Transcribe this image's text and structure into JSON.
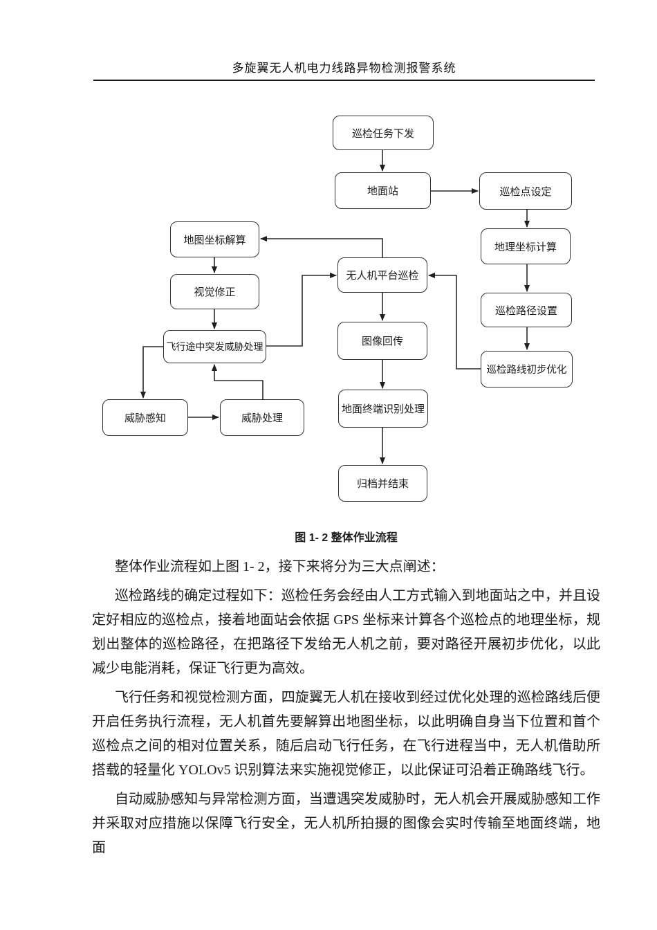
{
  "header": {
    "title": "多旋翼无人机电力线路异物检测报警系统"
  },
  "flowchart": {
    "nodes": [
      {
        "id": "task-issue",
        "label": "巡检任务下发"
      },
      {
        "id": "ground-station",
        "label": "地面站"
      },
      {
        "id": "point-setting",
        "label": "巡检点设定"
      },
      {
        "id": "map-solve",
        "label": "地图坐标解算"
      },
      {
        "id": "geo-calc",
        "label": "地理坐标计算"
      },
      {
        "id": "visual-correct",
        "label": "视觉修正"
      },
      {
        "id": "uav-patrol",
        "label": "无人机平台巡检"
      },
      {
        "id": "path-setting",
        "label": "巡检路径设置"
      },
      {
        "id": "threat-inflight",
        "label": "飞行途中突发威胁处理"
      },
      {
        "id": "image-return",
        "label": "图像回传"
      },
      {
        "id": "route-optimize",
        "label": "巡检路线初步优化"
      },
      {
        "id": "threat-sense",
        "label": "威胁感知"
      },
      {
        "id": "threat-handle",
        "label": "威胁处理"
      },
      {
        "id": "terminal-process",
        "label": "地面终端识别处理"
      },
      {
        "id": "archive-end",
        "label": "归档并结束"
      }
    ],
    "edges": [
      {
        "from": "巡检任务下发",
        "to": "地面站"
      },
      {
        "from": "地面站",
        "to": "巡检点设定"
      },
      {
        "from": "巡检点设定",
        "to": "地理坐标计算"
      },
      {
        "from": "地理坐标计算",
        "to": "巡检路径设置"
      },
      {
        "from": "巡检路径设置",
        "to": "巡检路线初步优化"
      },
      {
        "from": "巡检路线初步优化",
        "to": "无人机平台巡检"
      },
      {
        "from": "无人机平台巡检",
        "to": "地图坐标解算"
      },
      {
        "from": "地图坐标解算",
        "to": "视觉修正"
      },
      {
        "from": "视觉修正",
        "to": "飞行途中突发威胁处理"
      },
      {
        "from": "飞行途中突发威胁处理",
        "to": "无人机平台巡检"
      },
      {
        "from": "飞行途中突发威胁处理",
        "to": "威胁感知"
      },
      {
        "from": "威胁感知",
        "to": "威胁处理"
      },
      {
        "from": "威胁处理",
        "to": "飞行途中突发威胁处理"
      },
      {
        "from": "无人机平台巡检",
        "to": "图像回传"
      },
      {
        "from": "图像回传",
        "to": "地面终端识别处理"
      },
      {
        "from": "地面终端识别处理",
        "to": "归档并结束"
      }
    ]
  },
  "figure": {
    "caption": "图 1- 2 整体作业流程"
  },
  "body": {
    "paragraphs": [
      "整体作业流程如上图 1- 2，接下来将分为三大点阐述：",
      "巡检路线的确定过程如下：巡检任务会经由人工方式输入到地面站之中，并且设定好相应的巡检点，接着地面站会依据 GPS 坐标来计算各个巡检点的地理坐标，规划出整体的巡检路径，在把路径下发给无人机之前，要对路径开展初步优化，以此减少电能消耗，保证飞行更为高效。",
      "飞行任务和视觉检测方面，四旋翼无人机在接收到经过优化处理的巡检路线后便开启任务执行流程，无人机首先要解算出地图坐标，以此明确自身当下位置和首个巡检点之间的相对位置关系，随后启动飞行任务，在飞行进程当中，无人机借助所搭载的轻量化 YOLOv5 识别算法来实施视觉修正，以此保证可沿着正确路线飞行。",
      "自动威胁感知与异常检测方面，当遭遇突发威胁时，无人机会开展威胁感知工作并采取对应措施以保障飞行安全，无人机所拍摄的图像会实时传输至地面终端，地面"
    ]
  }
}
